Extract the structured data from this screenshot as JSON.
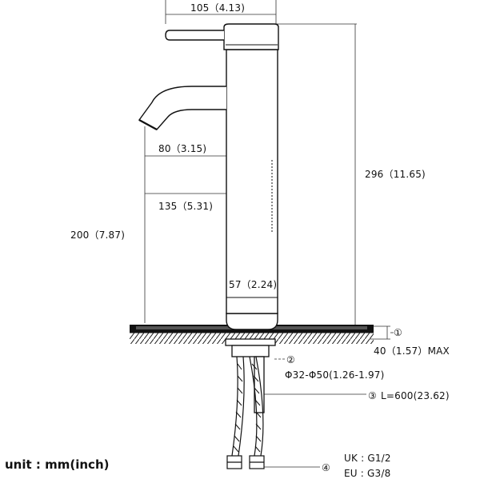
{
  "dimensions": {
    "spout_reach": "105（4.13)",
    "spout_height": "80（3.15)",
    "lever_gap": "135（5.31)",
    "height_under_spout": "200（7.87)",
    "total_height": "296（11.65)",
    "body_diameter": "57（2.24)",
    "deck_thickness": "40（1.57）MAX",
    "hole_size": "Φ32-Φ50(1.26-1.97)",
    "hose_length": "L=600(23.62)"
  },
  "markers": {
    "one": "①",
    "two": "②",
    "three": "③",
    "four": "④"
  },
  "thread": {
    "uk": "UK : G1/2",
    "eu": "EU : G3/8"
  },
  "unit_note": "unit : mm(inch)"
}
